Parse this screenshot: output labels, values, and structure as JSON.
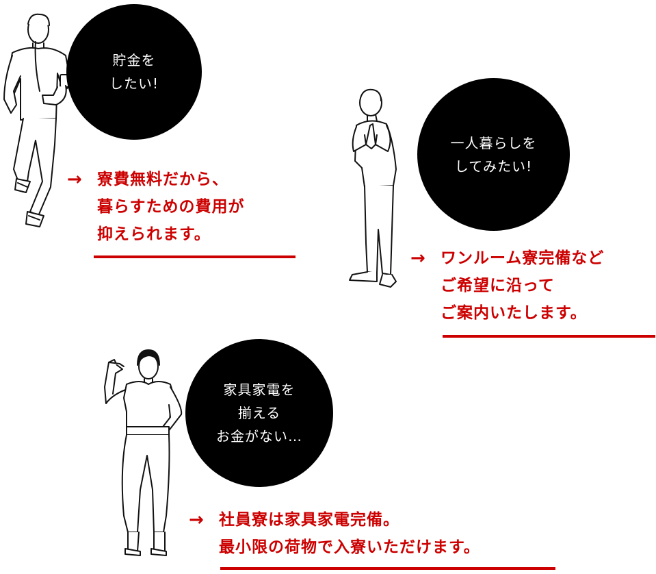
{
  "colors": {
    "accent": "#cc0000",
    "bubble": "#000000",
    "bubble_text": "#ffffff",
    "line_art": "#111111"
  },
  "sections": [
    {
      "bubble_lines": [
        "貯金を",
        "したい!"
      ],
      "arrow_icon": "arrow-right-icon",
      "callout_lines": [
        "寮費無料だから、",
        "暮らすための費用が",
        "抑えられます。"
      ],
      "figure_icon": "running-man-illustration"
    },
    {
      "bubble_lines": [
        "一人暮らしを",
        "してみたい!"
      ],
      "arrow_icon": "arrow-right-icon",
      "callout_lines": [
        "ワンルーム寮完備など",
        "ご希望に沿って",
        "ご案内いたします。"
      ],
      "figure_icon": "praying-man-illustration"
    },
    {
      "bubble_lines": [
        "家具家電を",
        "揃える",
        "お金がない…"
      ],
      "arrow_icon": "arrow-right-icon",
      "callout_lines": [
        "社員寮は家具家電完備。",
        "最小限の荷物で入寮いただけます。"
      ],
      "figure_icon": "pointing-woman-illustration"
    }
  ]
}
